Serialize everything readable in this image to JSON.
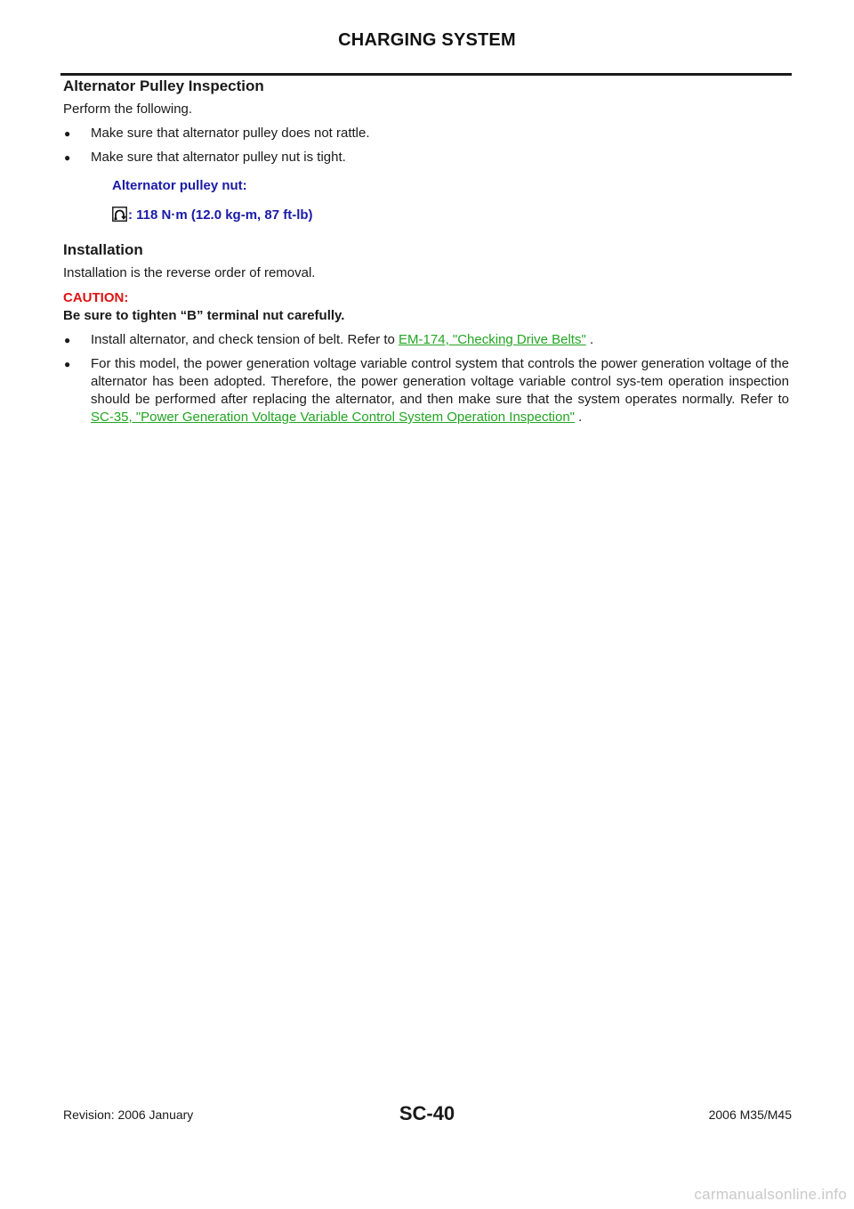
{
  "header": {
    "title": "CHARGING SYSTEM"
  },
  "section1": {
    "title": "Alternator Pulley Inspection",
    "intro": "Perform the following.",
    "bullets": [
      "Make sure that alternator pulley does not rattle.",
      "Make sure that alternator pulley nut is tight."
    ],
    "spec": {
      "label": "Alternator pulley nut:",
      "icon": "torque-wrench-icon",
      "value": ": 118 N·m (12.0 kg-m, 87 ft-lb)"
    }
  },
  "section2": {
    "title": "Installation",
    "text": "Installation is the reverse order of removal.",
    "caution_label": "CAUTION:",
    "caution_text": "Be sure to tighten “B” terminal nut carefully.",
    "bullet1": {
      "text": "Install alternator, and check tension of belt. Refer to ",
      "link": "EM-174, \"Checking Drive Belts\"",
      "after": " ."
    },
    "bullet2": {
      "text": "For this model, the power generation voltage variable control system that controls the power generation voltage of the alternator has been adopted. Therefore, the power generation voltage variable control sys-tem operation inspection should be performed after replacing the alternator, and then make sure that the system operates normally. Refer to ",
      "link": "SC-35, \"Power Generation Voltage Variable Control System Operation Inspection\"",
      "after": " ."
    }
  },
  "footer": {
    "revision": "Revision: 2006 January",
    "page": "SC-40",
    "model": "2006 M35/M45"
  },
  "watermark": "carmanualsonline.info",
  "colors": {
    "spec_blue": "#1a1aa8",
    "caution_red": "#e01212",
    "link_green": "#22a522"
  }
}
